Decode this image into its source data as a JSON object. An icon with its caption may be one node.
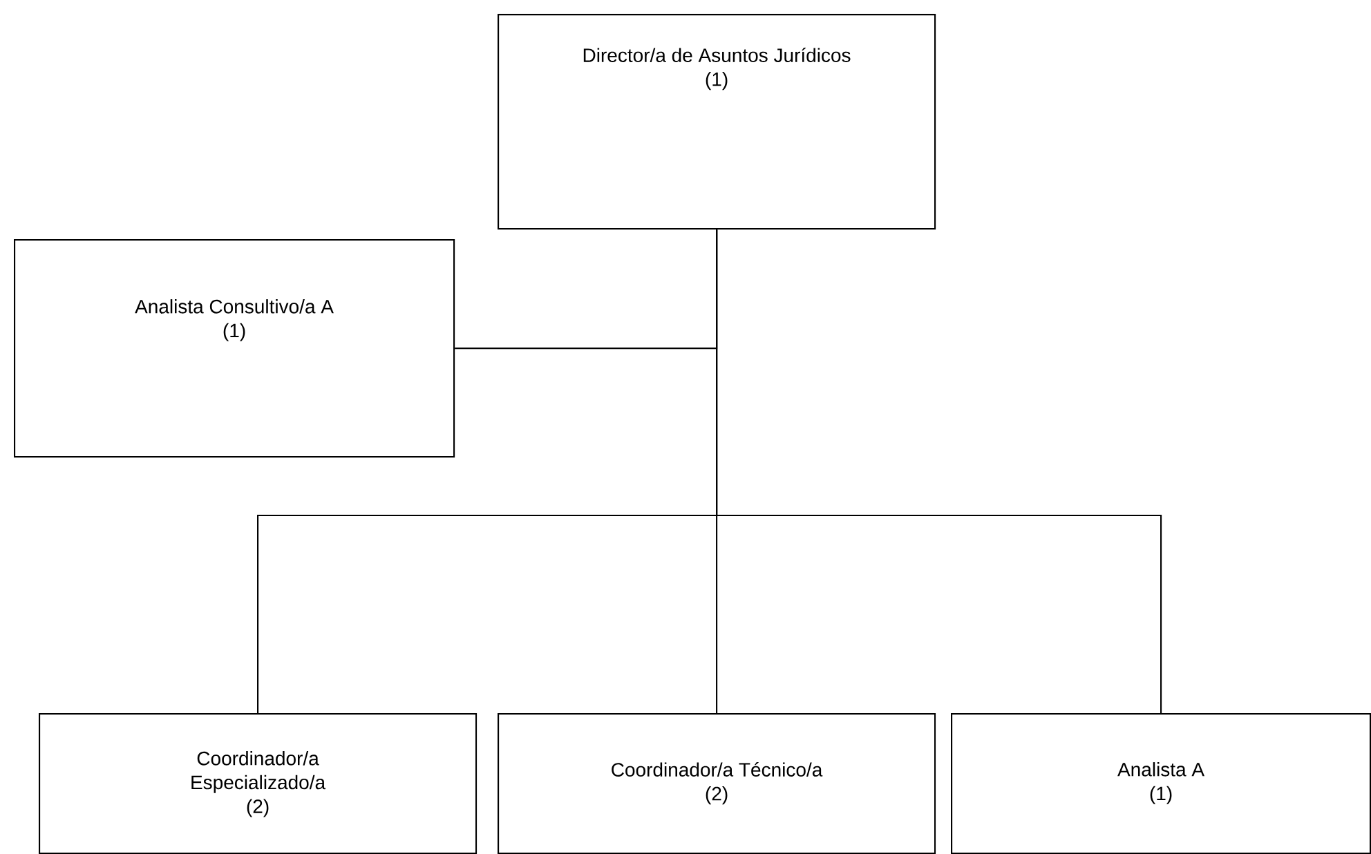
{
  "diagram": {
    "nodes": [
      {
        "text": [
          "Director/a de Asuntos Jurídicos",
          "(1)"
        ]
      },
      {
        "text": [
          "Analista Consultivo/a A",
          "(1)"
        ]
      },
      {
        "text": [
          "Coordinador/a Especializado/a",
          "(2)"
        ]
      },
      {
        "text": [
          "Coordinador/a Técnico/a",
          "(2)"
        ]
      },
      {
        "text": [
          "Analista A",
          "(1)"
        ]
      }
    ],
    "edges": [
      {
        "from": 0,
        "to": 1,
        "arrow": "none"
      },
      {
        "from": 0,
        "to": 2,
        "arrow": "none"
      },
      {
        "from": 0,
        "to": 3,
        "arrow": "none"
      },
      {
        "from": 0,
        "to": 4,
        "arrow": "none"
      }
    ]
  }
}
